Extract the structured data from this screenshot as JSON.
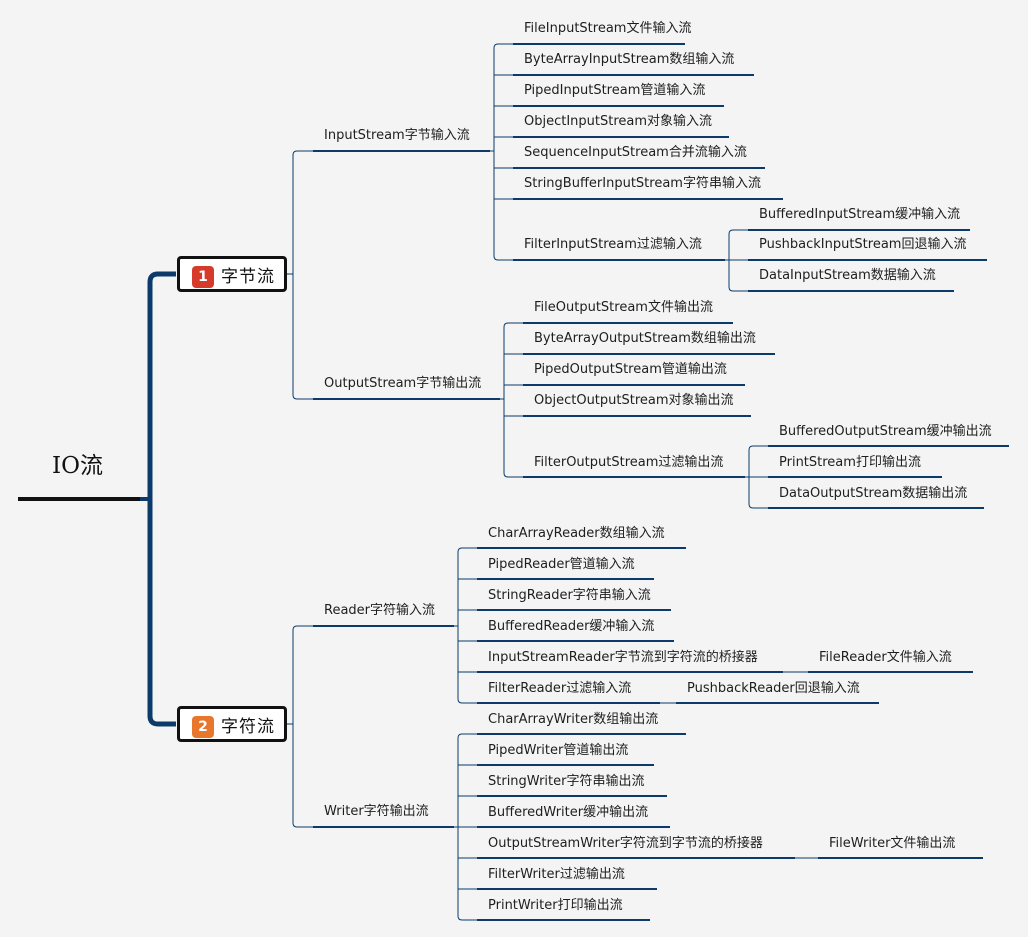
{
  "root": {
    "title": "IO流"
  },
  "branches": [
    {
      "badge": "1",
      "label": "字节流",
      "groups": [
        {
          "label": "InputStream字节输入流",
          "items": [
            {
              "label": "FileInputStream文件输入流"
            },
            {
              "label": "ByteArrayInputStream数组输入流"
            },
            {
              "label": "PipedInputStream管道输入流"
            },
            {
              "label": "ObjectInputStream对象输入流"
            },
            {
              "label": "SequenceInputStream合并流输入流"
            },
            {
              "label": "StringBufferInputStream字符串输入流"
            },
            {
              "label": "FilterInputStream过滤输入流",
              "children": [
                {
                  "label": "BufferedInputStream缓冲输入流"
                },
                {
                  "label": "PushbackInputStream回退输入流"
                },
                {
                  "label": "DataInputStream数据输入流"
                }
              ]
            }
          ]
        },
        {
          "label": "OutputStream字节输出流",
          "items": [
            {
              "label": "FileOutputStream文件输出流"
            },
            {
              "label": "ByteArrayOutputStream数组输出流"
            },
            {
              "label": "PipedOutputStream管道输出流"
            },
            {
              "label": "ObjectOutputStream对象输出流"
            },
            {
              "label": "FilterOutputStream过滤输出流",
              "children": [
                {
                  "label": "BufferedOutputStream缓冲输出流"
                },
                {
                  "label": "PrintStream打印输出流"
                },
                {
                  "label": "DataOutputStream数据输出流"
                }
              ]
            }
          ]
        }
      ]
    },
    {
      "badge": "2",
      "label": "字符流",
      "groups": [
        {
          "label": "Reader字符输入流",
          "items": [
            {
              "label": "CharArrayReader数组输入流"
            },
            {
              "label": "PipedReader管道输入流"
            },
            {
              "label": "StringReader字符串输入流"
            },
            {
              "label": "BufferedReader缓冲输入流"
            },
            {
              "label": "InputStreamReader字节流到字符流的桥接器",
              "children": [
                {
                  "label": "FileReader文件输入流"
                }
              ]
            },
            {
              "label": "FilterReader过滤输入流",
              "children": [
                {
                  "label": "PushbackReader回退输入流"
                }
              ]
            }
          ]
        },
        {
          "label": "Writer字符输出流",
          "items": [
            {
              "label": "CharArrayWriter数组输出流"
            },
            {
              "label": "PipedWriter管道输出流"
            },
            {
              "label": "StringWriter字符串输出流"
            },
            {
              "label": "BufferedWriter缓冲输出流"
            },
            {
              "label": "OutputStreamWriter字符流到字节流的桥接器",
              "children": [
                {
                  "label": "FileWriter文件输出流"
                }
              ]
            },
            {
              "label": "FilterWriter过滤输出流"
            },
            {
              "label": "PrintWriter打印输出流"
            }
          ]
        }
      ]
    }
  ]
}
